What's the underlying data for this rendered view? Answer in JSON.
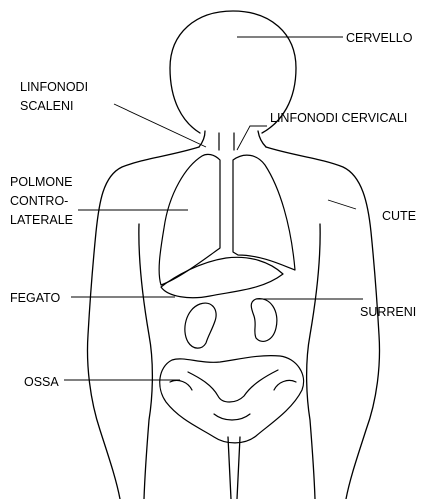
{
  "labels": {
    "brain": "CERVELLO",
    "scalene_nodes_line1": "LINFONODI",
    "scalene_nodes_line2": "SCALENI",
    "cervical_nodes": "LINFONODI CERVICALI",
    "contralateral_lung_line1": "POLMONE",
    "contralateral_lung_line2": "CONTRO-",
    "contralateral_lung_line3": "LATERALE",
    "skin": "CUTE",
    "liver": "FEGATO",
    "adrenals": "SURRENI",
    "bone": "OSSA"
  }
}
